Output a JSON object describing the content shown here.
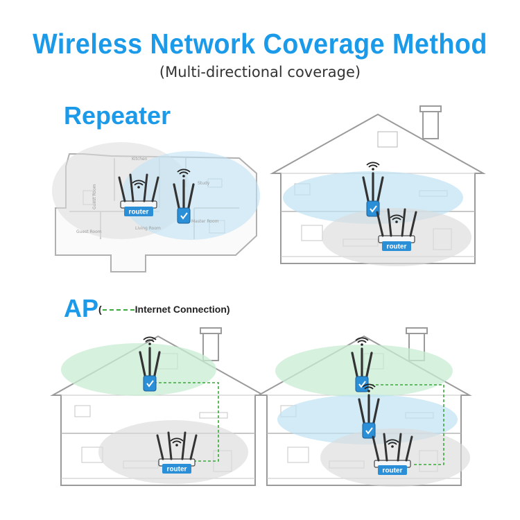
{
  "header": {
    "title": "Wireless Network Coverage Method",
    "subtitle": "(Multi-directional coverage)"
  },
  "sections": {
    "repeater": {
      "title": "Repeater"
    },
    "ap": {
      "title": "AP",
      "note_open": "(",
      "note_text": "Internet Connection)"
    }
  },
  "device_tag": "router",
  "floorplan_rooms": {
    "kitchen": "Kitchen",
    "study": "Study",
    "guest_room_left": "Guest Room",
    "guest_room_bottom": "Guest Room",
    "living_room": "Living Room",
    "master_room": "Master Room"
  },
  "colors": {
    "accent": "#1a9ae8",
    "coverage_blue": "#bfe3f3",
    "coverage_gray": "#dcdcdc",
    "coverage_green": "#c9ecd4",
    "connection_line": "#3aa83a",
    "device_body": "#2f3a4a",
    "tag_blue": "#2b8fd8"
  }
}
